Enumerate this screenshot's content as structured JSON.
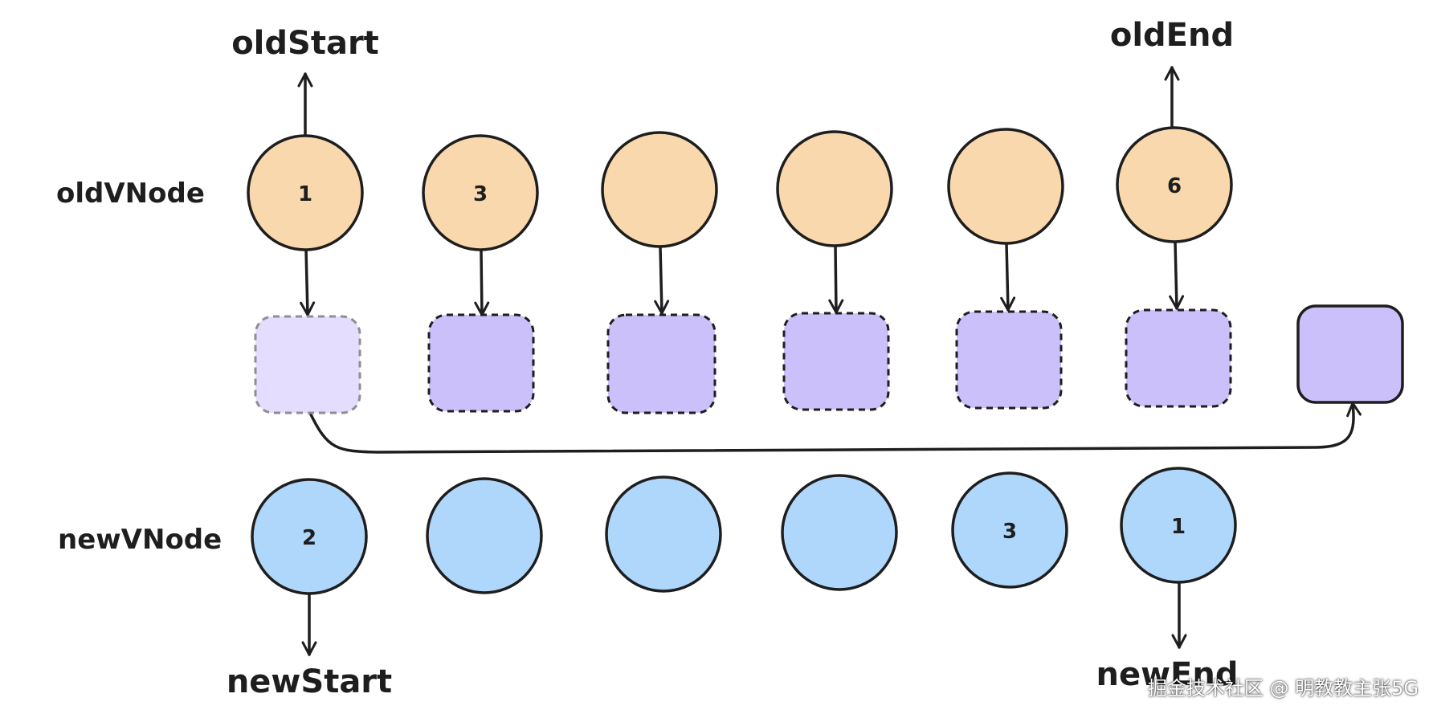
{
  "labels": {
    "old_start": "oldStart",
    "old_end": "oldEnd",
    "new_start": "newStart",
    "new_end": "newEnd",
    "old_row": "oldVNode",
    "new_row": "newVNode"
  },
  "old_nodes": [
    "1",
    "3",
    "",
    "",
    "",
    "6"
  ],
  "new_nodes": [
    "2",
    "",
    "",
    "",
    "3",
    "1"
  ],
  "dom_nodes": [
    {
      "state": "removed"
    },
    {
      "state": "placeholder"
    },
    {
      "state": "placeholder"
    },
    {
      "state": "placeholder"
    },
    {
      "state": "placeholder"
    },
    {
      "state": "placeholder"
    },
    {
      "state": "moved"
    }
  ],
  "colors": {
    "old_node": "#f9d8ad",
    "new_node": "#afd6fb",
    "dom_node": "#ccc0fa",
    "dom_removed": "#e5ddfd",
    "stroke": "#1e1e1e",
    "removed_stroke": "#8e8e93"
  },
  "watermark": "掘金技术社区 @ 明教教主张5G"
}
